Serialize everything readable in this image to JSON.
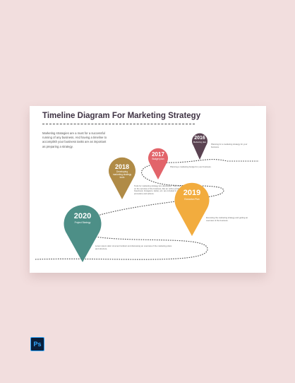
{
  "slide": {
    "title": "Timeline Diagram For Marketing Strategy",
    "intro": "Marketing strategies are a must for a successful running of any business. And having a timeline to accomplish your business tasks are as important as preparing a strategy."
  },
  "milestones": [
    {
      "year": "2016",
      "label": "Marketing plan",
      "color": "#5b4352",
      "description": "Planning for a marketing strategy for your business."
    },
    {
      "year": "2017",
      "label": "Budget plan",
      "color": "#e2646a",
      "description": "Planning a marketing budget for your business."
    },
    {
      "year": "2018",
      "label": "Developing marketing strategy tools",
      "color": "#b08b46",
      "description": "Tools for marketing strategy are developed. They are focused on the services of the business, like an online portal, Facebook, Instagram, twitter, etc. are included in the marketing procedure and actions."
    },
    {
      "year": "2019",
      "label": "Execution Plan",
      "color": "#f2ac3e",
      "description": "Executing the marketing strategy and getting an overview of the business."
    },
    {
      "year": "2020",
      "label": "Project Strategy",
      "color": "#4d8f87",
      "description": "Lorem ipsum dolor sit amet tincidunt and discussing an overview of the marketing plans and structure."
    }
  ],
  "app_badge": "Ps"
}
